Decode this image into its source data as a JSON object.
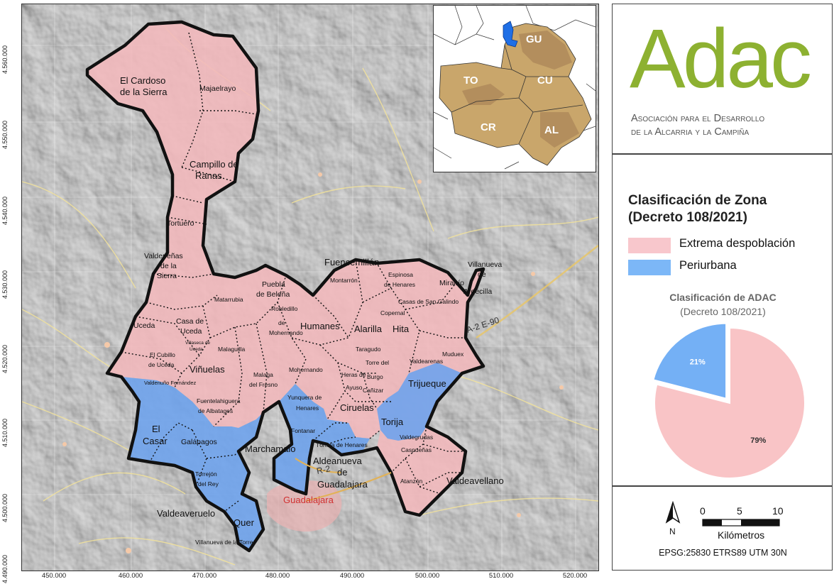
{
  "map": {
    "y_ticks": [
      "4.560.000",
      "4.550.000",
      "4.540.000",
      "4.530.000",
      "4.520.000",
      "4.510.000",
      "4.500.000",
      "4.490.000"
    ],
    "x_ticks": [
      "450.000",
      "460.000",
      "470.000",
      "480.000",
      "490.000",
      "500.000",
      "510.000",
      "520.000"
    ],
    "roads": {
      "a2": "A-2 E-90",
      "r2": "R-2"
    },
    "city": "Guadalajara",
    "municipalities": {
      "cardoso1": "El Cardoso",
      "cardoso2": "de la Sierra",
      "majaelrayo": "Majaelrayo",
      "campillo1": "Campillo de",
      "campillo2": "Ranas",
      "tortuero": "Tortuero",
      "valdepenas1": "Valdepeñas",
      "valdepenas2": "de la",
      "valdepenas3": "Sierra",
      "uceda": "Uceda",
      "casa1": "Casa de",
      "casa2": "Uceda",
      "matarrubia": "Matarrubia",
      "puebla1": "Puebla",
      "puebla2": "de Beleña",
      "robledillo1": "Robledillo",
      "robledillo2": "de",
      "robledillo3": "Mohernando",
      "humanes": "Humanes",
      "fuencemillan": "Fuencemillán",
      "montarron": "Montarrón",
      "espinosa1": "Espinosa",
      "espinosa2": "de Henares",
      "miralrio": "Miralrío",
      "villanueva1": "Villanueva",
      "villanueva2": "de",
      "villanueva3": "Argecilla",
      "casas_sg": "Casas de San Galindo",
      "copernal": "Copernal",
      "alarilla": "Alarilla",
      "hita": "Hita",
      "taragudo": "Taragudo",
      "muduex": "Muduex",
      "valdearenas": "Valdearenas",
      "torre1": "Torre del",
      "torre2": "Burgo",
      "heras": "Heras de",
      "ayuso": "Ayuso",
      "canizar": "Cañizar",
      "trijueque": "Trijueque",
      "malaguilla": "Malaguilla",
      "malaga1": "Malaga",
      "malaga2": "del Fresno",
      "mohernando": "Mohernando",
      "villaseca1": "Villaseca de",
      "villaseca2": "Uceda",
      "cubillo1": "El Cubillo",
      "cubillo2": "de Uceda",
      "vinuelas": "Viñuelas",
      "valdenuno": "Valdenuño Fernández",
      "fuente1": "Fuentelahiguera",
      "fuente2": "de Albatages",
      "yunquera1": "Yunquera de",
      "yunquera2": "Henares",
      "ciruelas": "Ciruelas",
      "torija": "Torija",
      "valdegrudas": "Valdegrudas",
      "caspuenas": "Caspueñas",
      "fontanar": "Fontanar",
      "tortola": "Tórtola de Henares",
      "aldeanueva1": "Aldeanueva",
      "aldeanueva2": "de",
      "aldeanueva3": "Guadalajara",
      "marchamalo": "Marchamalo",
      "elcasar1": "El",
      "elcasar2": "Casar",
      "galapagos": "Galápagos",
      "torrejon1": "Torrejón",
      "torrejon2": "del Rey",
      "valdeaveruelo": "Valdeaveruelo",
      "quer": "Quer",
      "villanueva_torre": "Villanueva de la Torre",
      "atanzon": "Atanzón",
      "valdeavellano": "Valdeavellano"
    },
    "colors": {
      "extrema": "#f4b8bd",
      "periurbana": "#6fa8f0",
      "border": "#111111",
      "hillshade": "#c9c9c9"
    }
  },
  "inset": {
    "provinces": [
      "GU",
      "TO",
      "CU",
      "CR",
      "AL"
    ],
    "colors": {
      "terrain": "#c8a46a",
      "highlight": "#1f6fe6"
    }
  },
  "logo": {
    "text": "Adac",
    "line1": "Asociación para el Desarrollo",
    "line2": "de la Alcarria y la Campiña",
    "color": "#8db131"
  },
  "legend": {
    "title_line1": "Clasificación de Zona",
    "title_line2": "(Decreto 108/2021)",
    "items": [
      {
        "label": "Extrema despoblación",
        "color": "#f8c7cc"
      },
      {
        "label": "Periurbana",
        "color": "#7cb7f7"
      }
    ]
  },
  "pie": {
    "title_line1": "Clasificación de ADAC",
    "title_line2": "(Decreto 108/2021)"
  },
  "chart_data": {
    "type": "pie",
    "title": "Clasificación de ADAC",
    "subtitle": "(Decreto 108/2021)",
    "slices": [
      {
        "label": "79%",
        "value": 79,
        "color": "#f9c4c6"
      },
      {
        "label": "21%",
        "value": 21,
        "color": "#74b0f5"
      }
    ]
  },
  "scale": {
    "labels": [
      "0",
      "5",
      "10"
    ],
    "unit": "Kilómetros",
    "north": "N",
    "crs": "EPSG:25830 ETRS89 UTM 30N"
  }
}
